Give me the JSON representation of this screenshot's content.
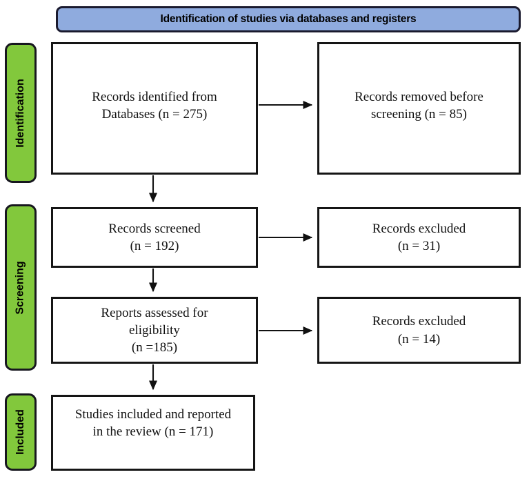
{
  "diagram": {
    "title": "PRISMA flow diagram",
    "banner": {
      "label": "Identification of studies via databases and registers",
      "fill_color": "#8fabde",
      "border_color": "#1a1a2e"
    },
    "phase_bar_fill_color": "#82c83c",
    "phase_bar_border_color": "#17171f",
    "box_border_color": "#151515",
    "phases": [
      {
        "id": "identification",
        "label": "Identification"
      },
      {
        "id": "screening",
        "label": "Screening"
      },
      {
        "id": "included",
        "label": "Included"
      }
    ],
    "boxes": [
      {
        "id": "records-identified",
        "column": "left",
        "text": "Records identified from\nDatabases (n = 275)",
        "count": 275
      },
      {
        "id": "records-removed",
        "column": "right",
        "text": "Records removed before\nscreening (n = 85)",
        "count": 85
      },
      {
        "id": "records-screened",
        "column": "left",
        "text": "Records screened\n(n = 192)",
        "count": 192
      },
      {
        "id": "records-excluded-1",
        "column": "right",
        "text": "Records excluded\n(n = 31)",
        "count": 31
      },
      {
        "id": "reports-assessed",
        "column": "left",
        "text": "Reports assessed for\neligibility\n(n =185)",
        "count": 185
      },
      {
        "id": "records-excluded-2",
        "column": "right",
        "text": "Records excluded\n(n = 14)",
        "count": 14
      },
      {
        "id": "studies-included",
        "column": "left",
        "text": "Studies included and reported\nin the review (n = 171)",
        "count": 171
      }
    ],
    "connectors": [
      {
        "id": "identified-to-removed",
        "from": "records-identified",
        "to": "records-removed",
        "direction": "right"
      },
      {
        "id": "identified-to-screened",
        "from": "records-identified",
        "to": "records-screened",
        "direction": "down"
      },
      {
        "id": "screened-to-excluded-1",
        "from": "records-screened",
        "to": "records-excluded-1",
        "direction": "right"
      },
      {
        "id": "screened-to-assessed",
        "from": "records-screened",
        "to": "reports-assessed",
        "direction": "down"
      },
      {
        "id": "assessed-to-excluded-2",
        "from": "reports-assessed",
        "to": "records-excluded-2",
        "direction": "right"
      },
      {
        "id": "assessed-to-included",
        "from": "reports-assessed",
        "to": "studies-included",
        "direction": "down"
      }
    ]
  }
}
